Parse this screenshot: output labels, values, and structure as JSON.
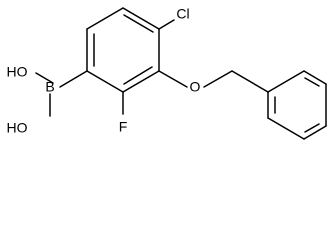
{
  "molecule": {
    "atoms": {
      "boron": "B",
      "hydroxyl_top": "HO",
      "hydroxyl_bottom": "HO",
      "fluorine": "F",
      "chlorine": "Cl",
      "ether_oxygen": "O"
    }
  }
}
